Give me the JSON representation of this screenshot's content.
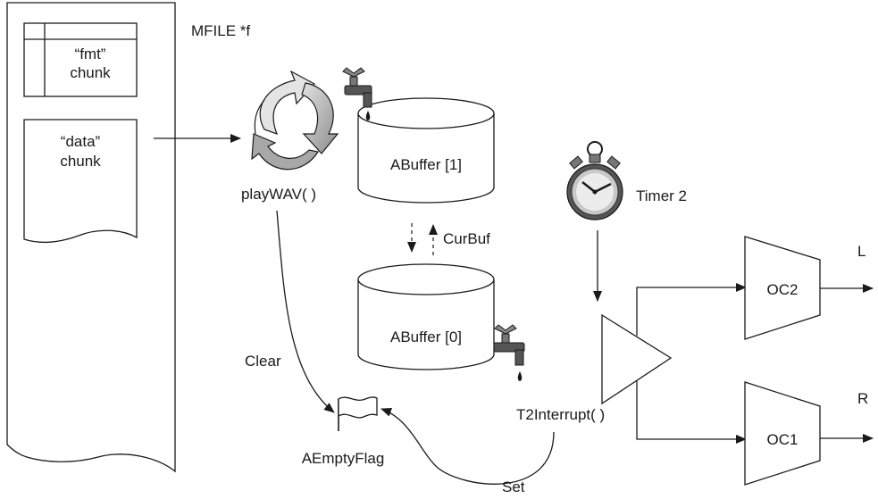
{
  "file": {
    "title": "MFILE *f",
    "fmt_chunk": [
      "“fmt”",
      "chunk"
    ],
    "data_chunk": [
      "“data”",
      "chunk"
    ]
  },
  "play": {
    "label": "playWAV( )"
  },
  "buffers": {
    "buffer1": "ABuffer [1]",
    "buffer0": "ABuffer [0]",
    "curbuf": "CurBuf"
  },
  "timer": {
    "label": "Timer 2"
  },
  "interrupt": {
    "label": "T2Interrupt( )"
  },
  "outputs": {
    "oc2": "OC2",
    "oc1": "OC1",
    "left": "L",
    "right": "R"
  },
  "flag": {
    "label": "AEmptyFlag"
  },
  "arrows": {
    "clear": "Clear",
    "set": "Set"
  },
  "colors": {
    "stroke": "#1a1a1a",
    "fill": "#ffffff",
    "arrow_gray_light": "#dcdcdc",
    "arrow_gray_dark": "#9a9a9a",
    "clock_face": "#c8c8c8"
  }
}
